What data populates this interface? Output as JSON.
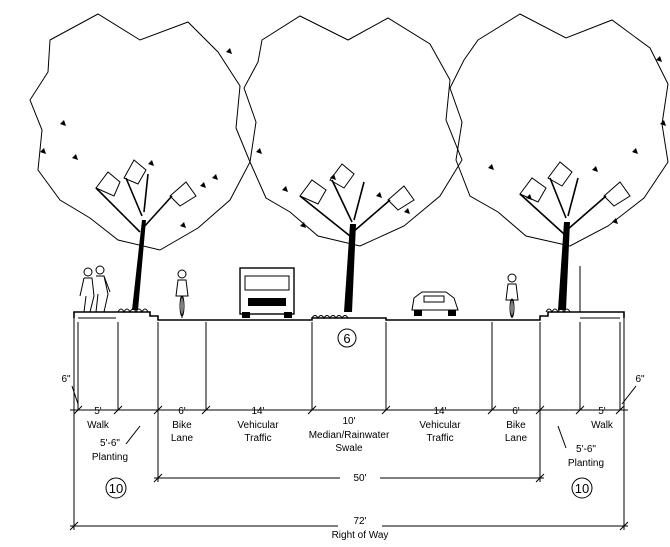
{
  "dimensions": {
    "walk_left": "5'",
    "walk_right": "5'",
    "bike_left": "6'",
    "bike_right": "6'",
    "traffic_left": "14'",
    "traffic_right": "14'",
    "median": "10'",
    "curb_left": "6\"",
    "curb_right": "6\"",
    "planting_left": "5'-6\"",
    "planting_right": "5'-6\"",
    "inner_width": "50'",
    "total_width": "72'"
  },
  "labels": {
    "walk": "Walk",
    "planting": "Planting",
    "bike_lane_1": "Bike",
    "bike_lane_2": "Lane",
    "vehicular_1": "Vehicular",
    "vehicular_2": "Traffic",
    "median_1": "Median/Rainwater",
    "median_2": "Swale",
    "right_of_way": "Right of Way"
  },
  "callouts": {
    "median_tag": "6",
    "planting_left_tag": "10",
    "planting_right_tag": "10"
  }
}
